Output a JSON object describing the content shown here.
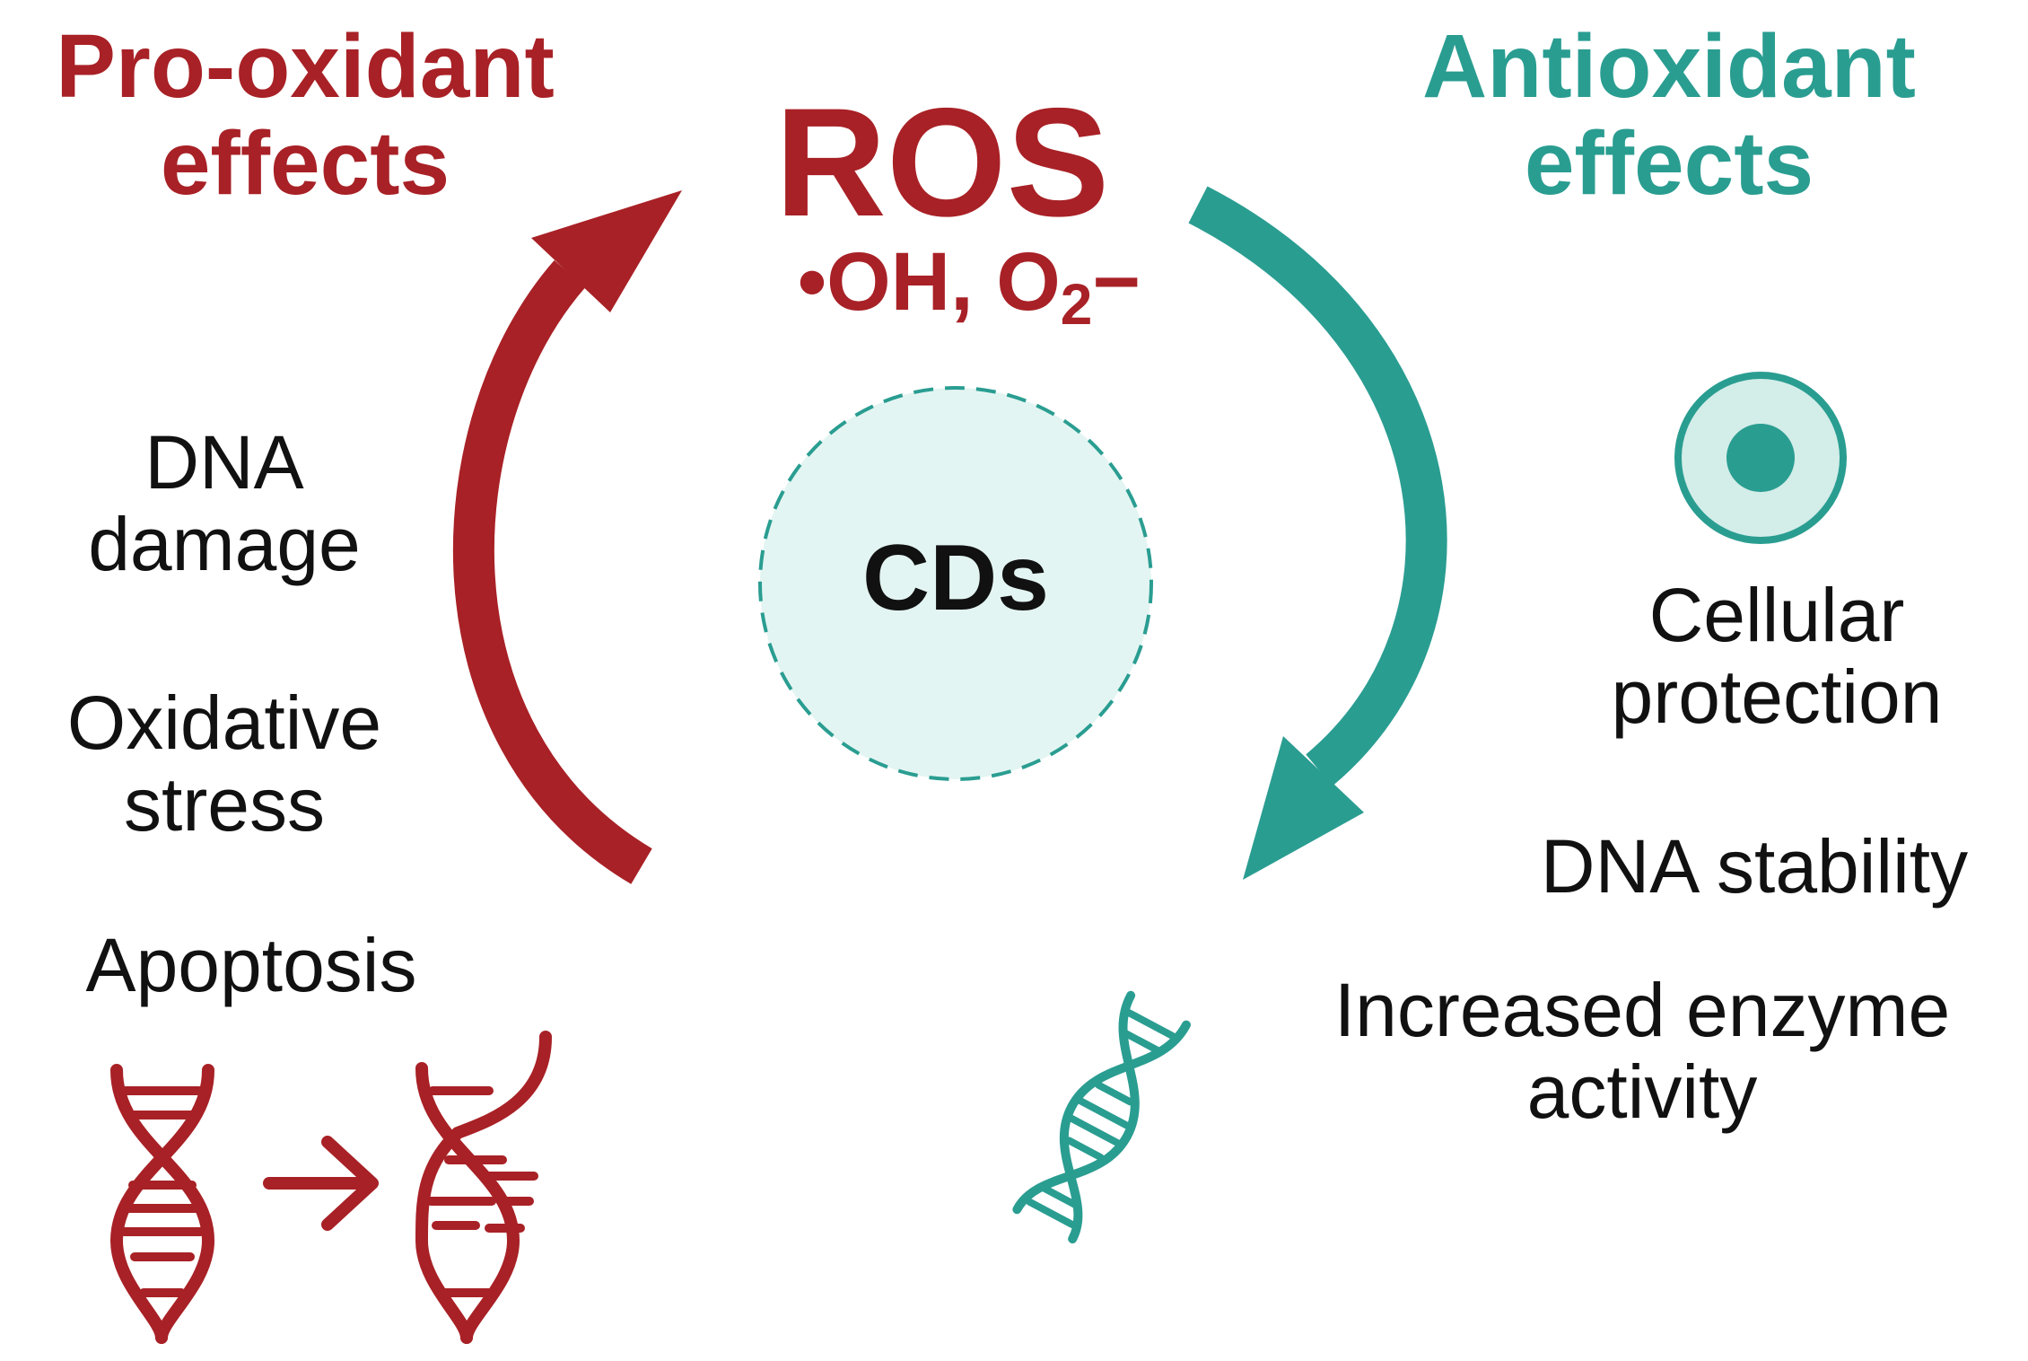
{
  "pro_oxidant": {
    "title": "Pro-oxidant\neffects",
    "effects": [
      "DNA\ndamage",
      "Oxidative\nstress",
      "Apoptosis"
    ]
  },
  "ros": {
    "title": "ROS",
    "species_prefix": "•OH, O",
    "species_subscript": "2",
    "species_suffix": "−"
  },
  "center": {
    "label": "CDs"
  },
  "antioxidant": {
    "title": "Antioxidant\neffects",
    "effects": [
      "Cellular\nprotection",
      "DNA stability",
      "Increased enzyme\nactivity"
    ]
  },
  "colors": {
    "pro": "#a82126",
    "anti": "#2a9d91",
    "center_fill": "#e3f5f2",
    "target_fill": "#d3ede9",
    "text": "#111111"
  },
  "icons": {
    "pro_arrow": "curved-arrow-up-icon",
    "anti_arrow": "curved-arrow-down-icon",
    "cell_icon": "cell-target-icon",
    "intact_dna": "dna-helix-icon",
    "damaged_dna": "damaged-dna-helix-icon",
    "transition_arrow": "right-arrow-icon",
    "stable_dna": "stable-dna-helix-icon"
  }
}
